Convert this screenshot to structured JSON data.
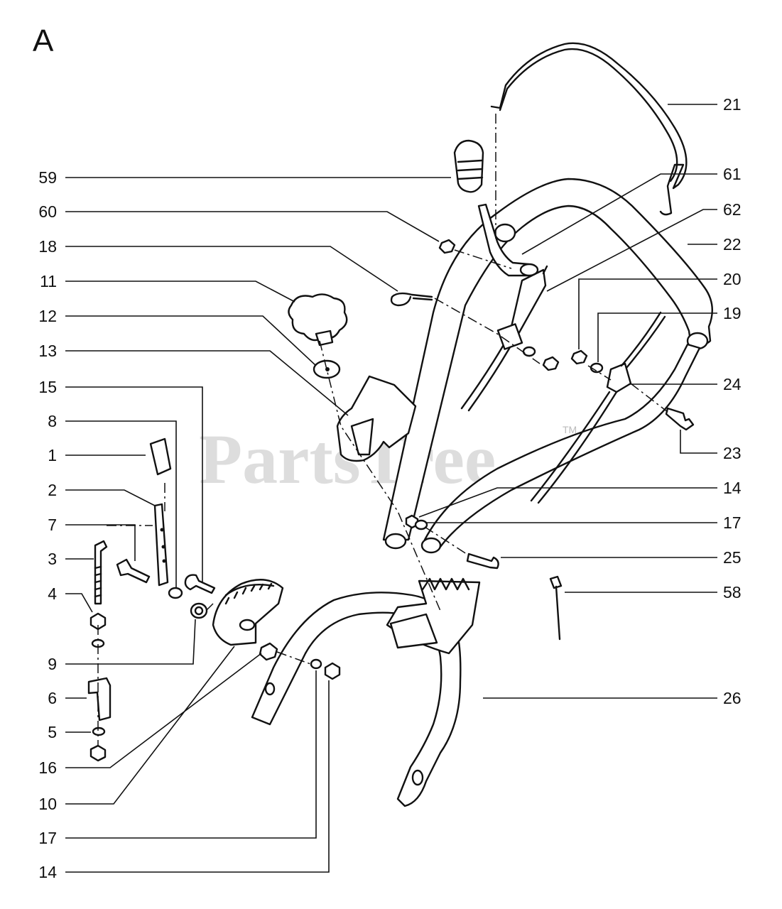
{
  "diagram": {
    "section_letter": "A",
    "watermark": "PartsTree",
    "watermark_tm": "TM",
    "colors": {
      "ink": "#111111",
      "watermark": "#cfcfcf",
      "background": "#ffffff"
    },
    "left_callouts": [
      "59",
      "60",
      "18",
      "11",
      "12",
      "13",
      "15",
      "8",
      "1",
      "2",
      "7",
      "3",
      "4",
      "9",
      "6",
      "5",
      "16",
      "10",
      "17",
      "14"
    ],
    "right_callouts": [
      "21",
      "61",
      "62",
      "22",
      "20",
      "19",
      "24",
      "23",
      "14",
      "17",
      "25",
      "58",
      "26"
    ]
  }
}
